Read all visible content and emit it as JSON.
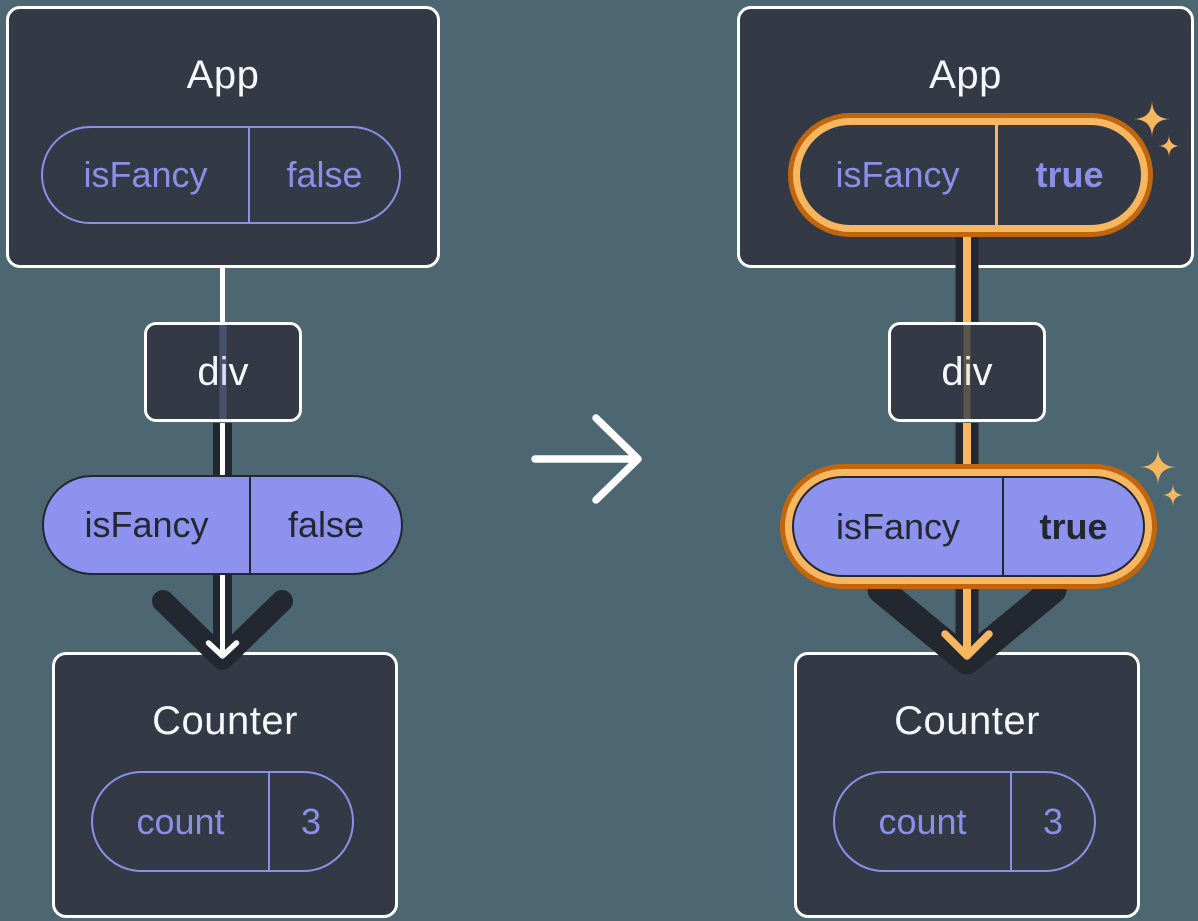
{
  "theme": {
    "background": "#4c6672",
    "card": "#333a46",
    "dark": "#23272f",
    "purple": "#8a90e8",
    "purple_fill": "#8c92ee",
    "orange": "#c2660d",
    "orange_light": "#f7b761",
    "white": "#ffffff",
    "title_text": "#f6f7f9"
  },
  "panels": {
    "before": {
      "app": {
        "title": "App"
      },
      "app_prop": {
        "name": "isFancy",
        "value": "false"
      },
      "div": {
        "label": "div"
      },
      "passed_prop": {
        "name": "isFancy",
        "value": "false"
      },
      "counter": {
        "title": "Counter"
      },
      "counter_state": {
        "name": "count",
        "value": "3"
      }
    },
    "after": {
      "app": {
        "title": "App"
      },
      "app_prop": {
        "name": "isFancy",
        "value": "true"
      },
      "div": {
        "label": "div"
      },
      "passed_prop": {
        "name": "isFancy",
        "value": "true"
      },
      "counter": {
        "title": "Counter"
      },
      "counter_state": {
        "name": "count",
        "value": "3"
      }
    }
  }
}
